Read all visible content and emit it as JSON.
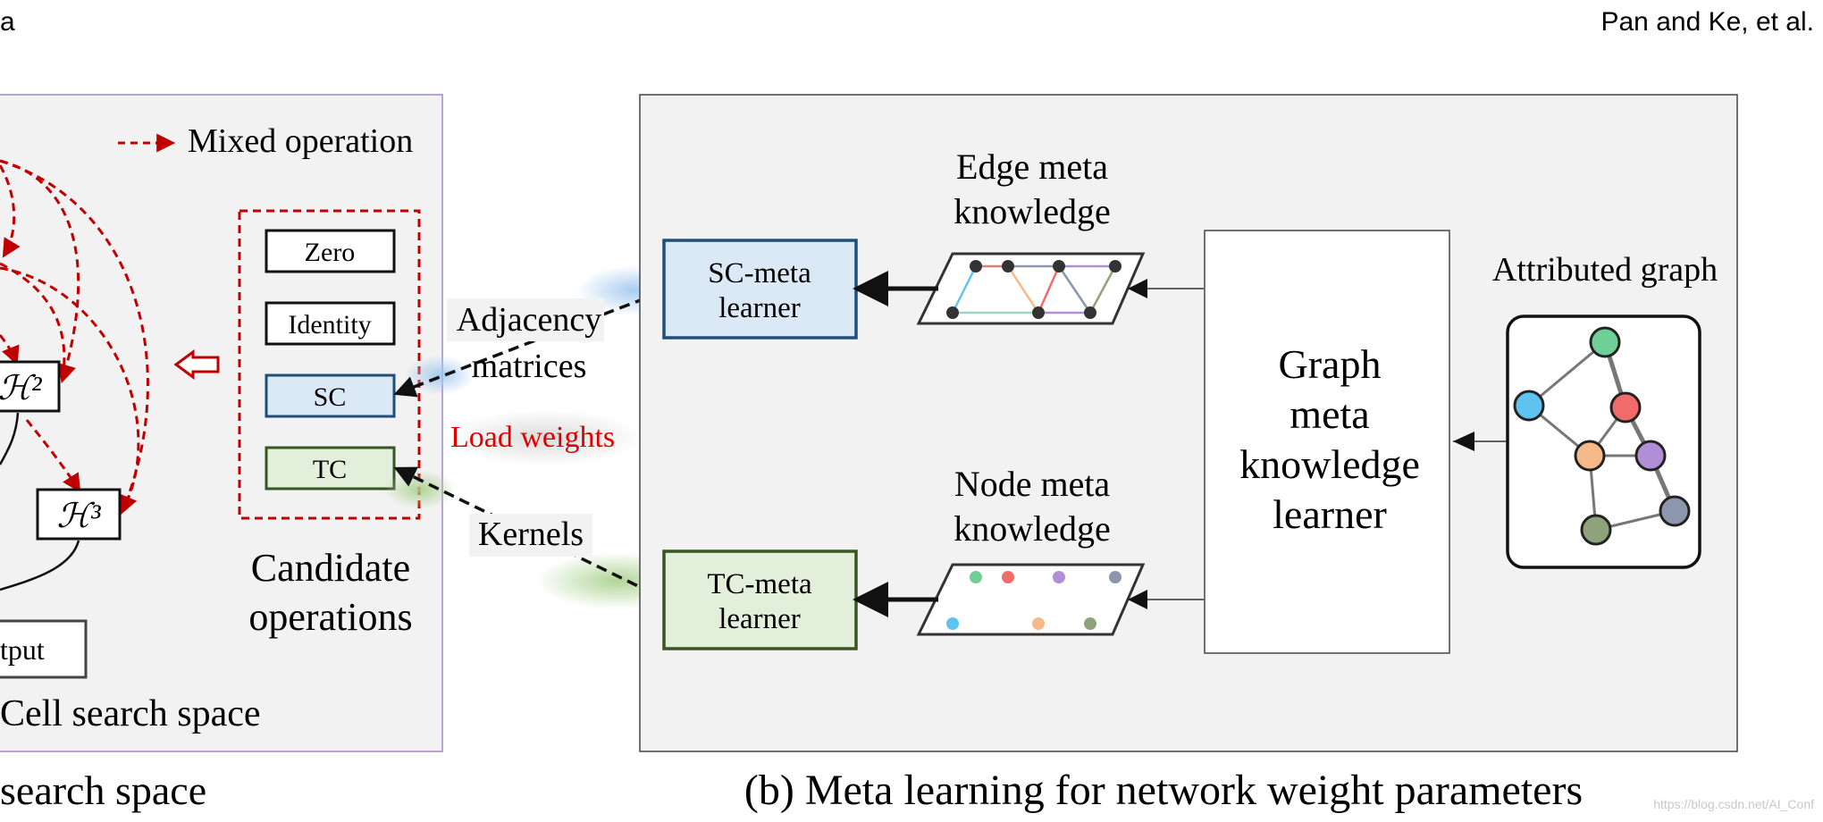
{
  "header": {
    "left_fragment": "a",
    "right": "Pan and Ke, et al."
  },
  "left_panel": {
    "legend_label": "Mixed operation",
    "h2_label": "ℋ²",
    "h3_label": "ℋ³",
    "output_label": "tput",
    "cell_caption": "Cell search space",
    "candidate_title_line1": "Candidate",
    "candidate_title_line2": "operations",
    "operations": [
      "Zero",
      "Identity",
      "SC",
      "TC"
    ],
    "bottom_caption": "search space"
  },
  "connectors": {
    "adjacency_line1": "Adjacency",
    "adjacency_line2": "matrices",
    "load_weights": "Load weights",
    "kernels": "Kernels"
  },
  "right_panel": {
    "edge_title_line1": "Edge meta",
    "edge_title_line2": "knowledge",
    "node_title_line1": "Node meta",
    "node_title_line2": "knowledge",
    "sc_learner_line1": "SC-meta",
    "sc_learner_line2": "learner",
    "tc_learner_line1": "TC-meta",
    "tc_learner_line2": "learner",
    "gmk_lines": [
      "Graph",
      "meta",
      "knowledge",
      "learner"
    ],
    "attributed_graph_label": "Attributed graph",
    "caption": "(b) Meta learning for network weight parameters"
  },
  "watermark": "https://blog.csdn.net/AI_Conf",
  "colors": {
    "red_dashed": "#c00000",
    "purple_border": "#b9a3d6",
    "sc_fill": "#dbe8f6",
    "sc_border": "#1f4e79",
    "tc_fill": "#e2efda",
    "tc_border": "#375623",
    "panel_bg": "#f2f2f2",
    "load_weights_red": "#e00000"
  },
  "graph_node_colors": [
    "#6fcf97",
    "#5fc3f0",
    "#f26b6b",
    "#f6b98a",
    "#b08fd6",
    "#8c97ad",
    "#8ea27b"
  ]
}
